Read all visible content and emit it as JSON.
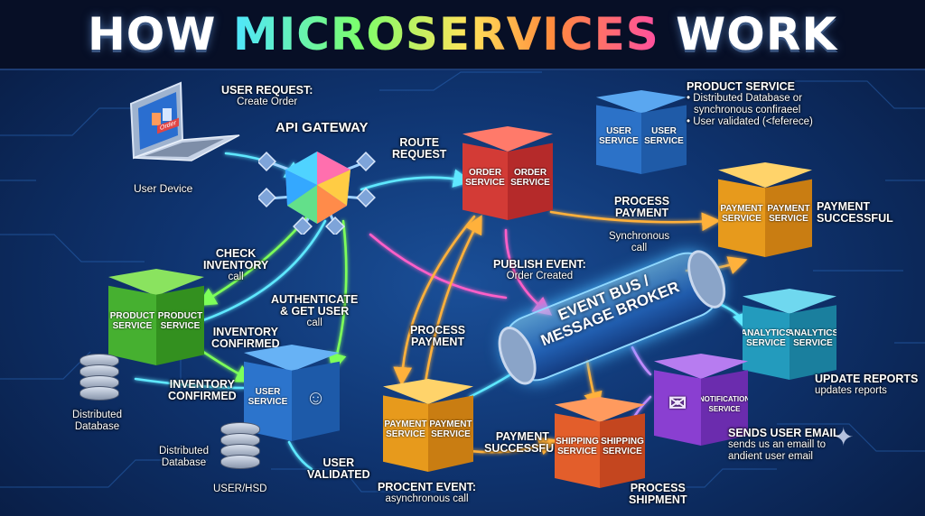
{
  "title": {
    "prefix": "HOW ",
    "highlight": "MICROSERVICES",
    "suffix": " WORK"
  },
  "nodes": {
    "user_device": {
      "label": "User Device",
      "screen_button": "Order"
    },
    "api_gateway": {
      "label": "API GATEWAY"
    },
    "order_service": {
      "face_left": "ORDER SERVICE",
      "face_right": "ORDER SERVICE",
      "color": "#e0413d"
    },
    "user_service_top": {
      "face_left": "USER SERVICE",
      "face_right": "USER SERVICE",
      "color": "#2f7fd6"
    },
    "payment_service_top": {
      "face_left": "PAYMENT SERVICE",
      "face_right": "PAYMENT SERVICE",
      "color": "#f0a521"
    },
    "product_service": {
      "face_left": "PRODUCT SERVICE",
      "face_right": "PRODUCT SERVICE",
      "color": "#4fbf36"
    },
    "user_service": {
      "face_left": "USER SERVICE",
      "color": "#2f7fd6"
    },
    "payment_service_bottom": {
      "face_left": "PAYMENT SERVICE",
      "face_right": "PAYMENT SERVICE",
      "color": "#f0a521"
    },
    "shipping_service": {
      "face_left": "SHIPPING SERVICE",
      "face_right": "SHIPPING SERVICE",
      "color": "#e8622c"
    },
    "analytics_service": {
      "face_left": "ANALYTICS SERVICE",
      "face_right": "ANALYTICS SERVICE",
      "color": "#27a7c8"
    },
    "notification_service": {
      "face_right": "NOTIFICATION SERVICE",
      "color": "#8a3fd1"
    },
    "event_bus": {
      "line1": "EVENT BUS /",
      "line2": "MESSAGE BROKER"
    }
  },
  "labels": {
    "user_request": {
      "line1": "USER REQUEST:",
      "line2": "Create Order"
    },
    "route_request": {
      "line1": "ROUTE",
      "line2": "REQUEST"
    },
    "product_service_note": {
      "line1": "PRODUCT SERVICE",
      "line2": "• Distributed Database or",
      "line3": "synchronous confiraeel",
      "line4": "• User validated (<feferece)"
    },
    "process_payment_top": {
      "line1": "PROCESS",
      "line2": "PAYMENT",
      "line3": "Synchronous",
      "line4": "call"
    },
    "payment_successful_top": {
      "line1": "PAYMENT",
      "line2": "SUCCESSFUL"
    },
    "check_inventory": {
      "line1": "CHECK",
      "line2": "INVENTORY",
      "line3": "call"
    },
    "publish_event": {
      "line1": "PUBLISH EVENT:",
      "line2": "Order Created"
    },
    "authenticate": {
      "line1": "AUTHENTICATE",
      "line2": "& GET USER",
      "line3": "call"
    },
    "inventory_confirmed_1": {
      "line1": "INVENTORY",
      "line2": "CONFIRMED"
    },
    "inventory_confirmed_2": {
      "line1": "INVENTORY",
      "line2": "CONFIRMED"
    },
    "process_payment_mid": {
      "line1": "PROCESS",
      "line2": "PAYMENT"
    },
    "update_reports": {
      "line1": "UPDATE REPORTS",
      "line2": "updates reports"
    },
    "distributed_db_left": {
      "line1": "Distributed",
      "line2": "Database"
    },
    "distributed_db_bottom": {
      "line1": "Distributed",
      "line2": "Database"
    },
    "user_hsd": {
      "line1": "USER/HSD"
    },
    "user_validated": {
      "line1": "USER",
      "line2": "VALIDATED"
    },
    "payment_successful_bottom": {
      "line1": "PAYMENT",
      "line2": "SUCCESSFUL"
    },
    "procent_event": {
      "line1": "PROCENT EVENT:",
      "line2": "asynchronous call"
    },
    "process_shipment": {
      "line1": "PROCESS",
      "line2": "SHIPMENT"
    },
    "sends_email": {
      "line1": "SENDS USER EMAIL",
      "line2": "sends us an emaill to",
      "line3": "andient user email"
    }
  },
  "colors": {
    "flow_green": "#7dff5a",
    "flow_orange": "#ffb13a",
    "flow_cyan": "#5ee8ff",
    "flow_pink": "#ff5fc8",
    "flow_purple": "#c08bff"
  }
}
